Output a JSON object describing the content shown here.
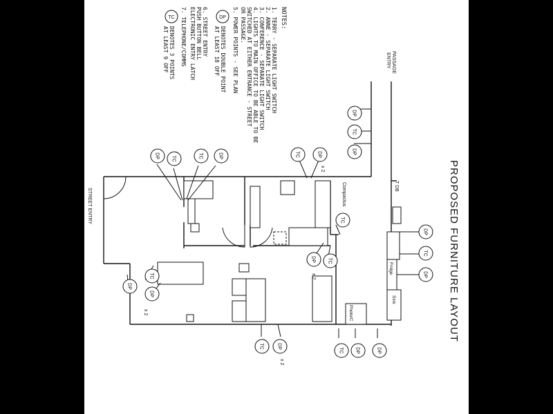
{
  "title": "PROPOSED FURNITURE LAYOUT",
  "notes": {
    "heading": "NOTES:",
    "lines": [
      "1.  TERRY - SEPARATE LIGHT SWITCH",
      "2.  ANNE - SEPARATE LIGHT SWITCH",
      "3.  CONFERENCE - SEPARATE LIGHT SWITCH",
      "4.  LIGHTS TO MAIN OFFICE TO BE ABLE TO BE",
      "     SWITCHED AT EITHER ENTRANCE - STREET",
      "     OR PASSAGE.",
      "5.  POWER POINTS - SEE PLAN",
      "     DENOTES DOUBLE POINT",
      "     AT LEAST 18 OFF",
      "6.  STREET ENTRY",
      "     PUSH BUTTON BELL",
      "     ELECTRONIC ENTRY LATCH",
      "7.  TELEPHONE/COMMS",
      "     DENOTES 3 POINTS",
      "     AT LEAST 9 OFF"
    ],
    "legend_dp": "DP",
    "legend_tc": "TC"
  },
  "labels": {
    "passage_entry_1": "PASSAGE",
    "passage_entry_2": "ENTRY",
    "street_entry": "STREET ENTRY",
    "db": "T DB",
    "compactus": "Compactus",
    "fridge": "Fridge",
    "sink": "Sink",
    "photocopier": "Photo/C"
  },
  "markers": {
    "dp": "DP",
    "tc": "TC",
    "x2": "x 2"
  }
}
